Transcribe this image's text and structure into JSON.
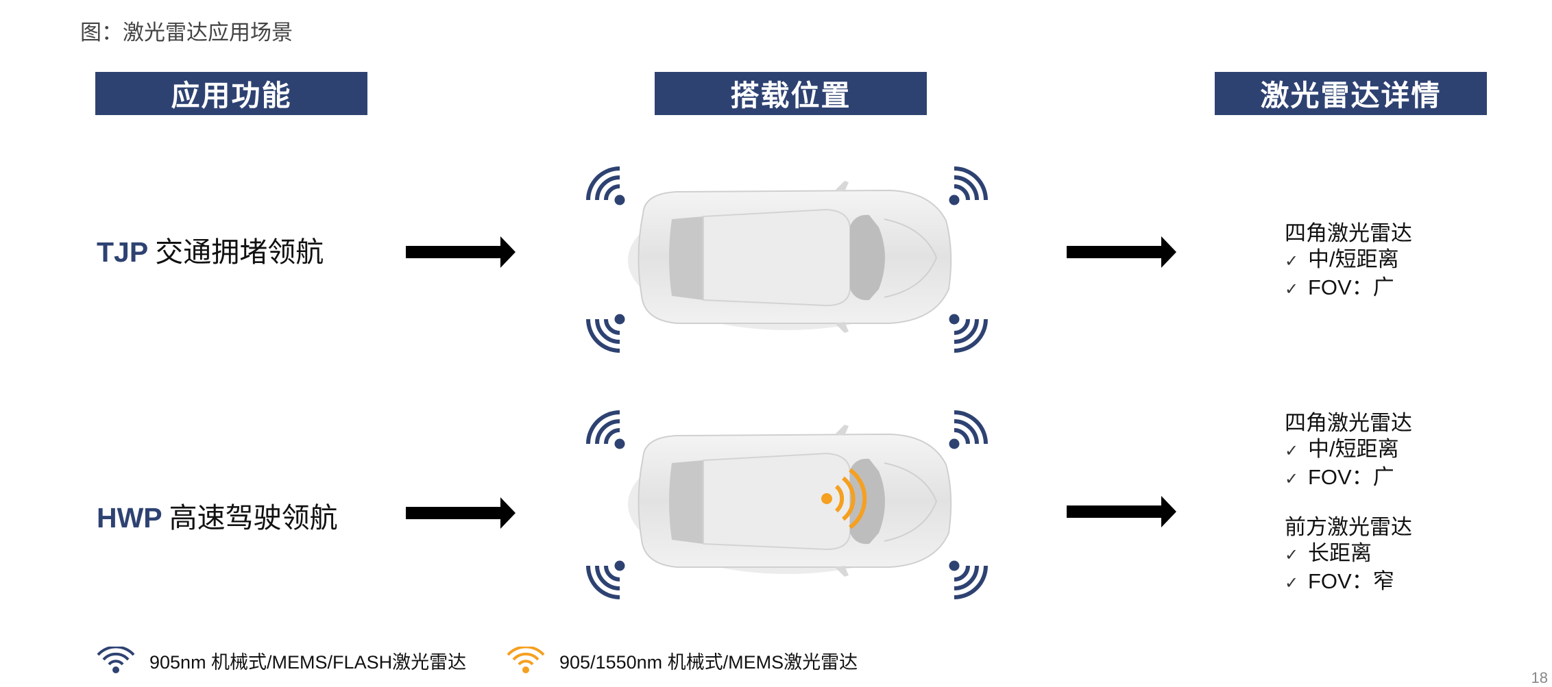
{
  "figure_title": "图：激光雷达应用场景",
  "headers": {
    "function": "应用功能",
    "position": "搭载位置",
    "details": "激光雷达详情"
  },
  "functions": [
    {
      "abbr": "TJP",
      "name": "交通拥堵领航"
    },
    {
      "abbr": "HWP",
      "name": "高速驾驶领航"
    }
  ],
  "details": [
    {
      "title": "四角激光雷达",
      "items": [
        "中/短距离",
        "FOV：广"
      ]
    },
    {
      "title": "四角激光雷达",
      "items": [
        "中/短距离",
        "FOV：广"
      ]
    },
    {
      "title": "前方激光雷达",
      "items": [
        "长距离",
        "FOV：窄"
      ]
    }
  ],
  "check_mark": "✓",
  "legend": [
    {
      "label": "905nm 机械式/MEMS/FLASH激光雷达",
      "icon": "wifi-icon",
      "color": "#2e4272"
    },
    {
      "label": "905/1550nm 机械式/MEMS激光雷达",
      "icon": "wifi-icon",
      "color": "#f5a020"
    }
  ],
  "colors": {
    "navy": "#2e4272",
    "orange": "#f5a020",
    "car_body": "#e6e6e6"
  },
  "page_number": "18"
}
